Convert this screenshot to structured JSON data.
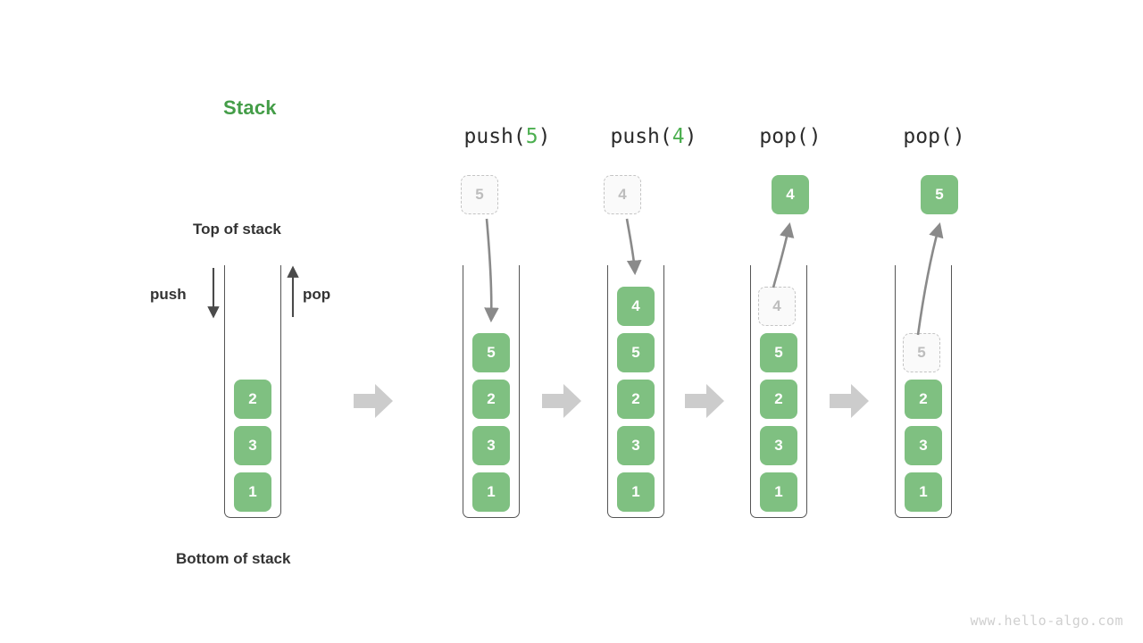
{
  "diagram": {
    "title": "Stack",
    "title_color": "#449d48",
    "accent_green": "#7fc081",
    "ghost_border": "#c4c4c4",
    "flow_arrow_color": "#cccccc",
    "watermark": "www.hello-algo.com"
  },
  "labels": {
    "top_of_stack": "Top of stack",
    "bottom_of_stack": "Bottom of stack",
    "push": "push",
    "pop": "pop"
  },
  "columns": [
    {
      "id": "initial",
      "header": "",
      "header_prefix": "",
      "header_arg": "",
      "header_suffix": "",
      "cells": [
        {
          "value": "2",
          "state": "solid"
        },
        {
          "value": "3",
          "state": "solid"
        },
        {
          "value": "1",
          "state": "solid"
        }
      ],
      "floating": null
    },
    {
      "id": "push-5",
      "header": "push(5)",
      "header_prefix": "push(",
      "header_arg": "5",
      "header_suffix": ")",
      "cells": [
        {
          "value": "5",
          "state": "solid"
        },
        {
          "value": "2",
          "state": "solid"
        },
        {
          "value": "3",
          "state": "solid"
        },
        {
          "value": "1",
          "state": "solid"
        }
      ],
      "floating": {
        "value": "5",
        "state": "ghost",
        "direction": "in"
      }
    },
    {
      "id": "push-4",
      "header": "push(4)",
      "header_prefix": "push(",
      "header_arg": "4",
      "header_suffix": ")",
      "cells": [
        {
          "value": "4",
          "state": "solid"
        },
        {
          "value": "5",
          "state": "solid"
        },
        {
          "value": "2",
          "state": "solid"
        },
        {
          "value": "3",
          "state": "solid"
        },
        {
          "value": "1",
          "state": "solid"
        }
      ],
      "floating": {
        "value": "4",
        "state": "ghost",
        "direction": "in"
      }
    },
    {
      "id": "pop-1",
      "header": "pop()",
      "header_prefix": "pop(",
      "header_arg": "",
      "header_suffix": ")",
      "cells": [
        {
          "value": "4",
          "state": "ghost"
        },
        {
          "value": "5",
          "state": "solid"
        },
        {
          "value": "2",
          "state": "solid"
        },
        {
          "value": "3",
          "state": "solid"
        },
        {
          "value": "1",
          "state": "solid"
        }
      ],
      "floating": {
        "value": "4",
        "state": "solid",
        "direction": "out"
      }
    },
    {
      "id": "pop-2",
      "header": "pop()",
      "header_prefix": "pop(",
      "header_arg": "",
      "header_suffix": ")",
      "cells": [
        {
          "value": "5",
          "state": "ghost"
        },
        {
          "value": "2",
          "state": "solid"
        },
        {
          "value": "3",
          "state": "solid"
        },
        {
          "value": "1",
          "state": "solid"
        }
      ],
      "floating": {
        "value": "5",
        "state": "solid",
        "direction": "out"
      }
    }
  ],
  "flow_arrows": [
    "step-arrow",
    "step-arrow",
    "step-arrow",
    "step-arrow"
  ]
}
